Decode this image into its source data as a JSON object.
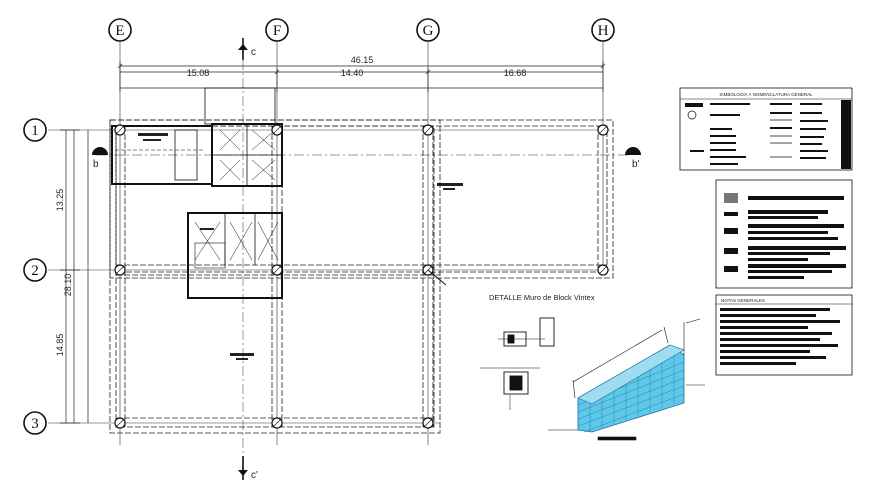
{
  "grid_axes": {
    "columns": [
      "E",
      "F",
      "G",
      "H"
    ],
    "rows": [
      "1",
      "2",
      "3"
    ]
  },
  "dimensions": {
    "overall_width": "46.15",
    "spans": [
      "15.08",
      "14.40",
      "16.68"
    ],
    "overall_depth": "28.10",
    "row_spans": [
      "13.25",
      "14.85"
    ]
  },
  "section_marks": {
    "c_top": "c",
    "c_bottom": "c'",
    "b_left": "b",
    "b_right": "b'"
  },
  "detail_title": "DETALLE  Muro de Block Vintex",
  "legend": {
    "title": "SIMBOLOGÍA Y NOMENCLATURA GENERAL"
  },
  "notes": {
    "title": "NOTAS GENERALES"
  },
  "colors": {
    "line": "#1a1a1a",
    "block_fill": "#5fc8ea",
    "block_line": "#1f6e9a",
    "panel_bar": "#111111"
  }
}
